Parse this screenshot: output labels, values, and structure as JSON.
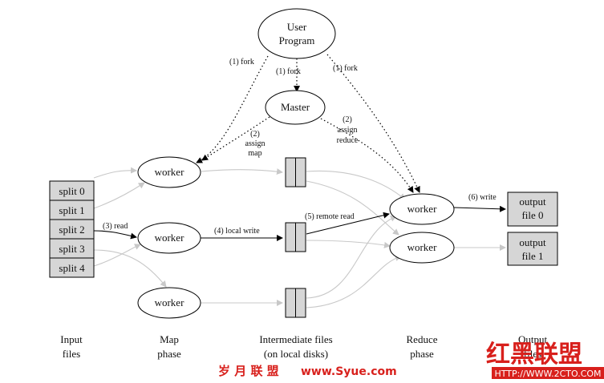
{
  "nodes": {
    "user_program": [
      "User",
      "Program"
    ],
    "master": "Master",
    "map_workers": [
      "worker",
      "worker",
      "worker"
    ],
    "reduce_workers": [
      "worker",
      "worker"
    ]
  },
  "input_splits": [
    "split 0",
    "split 1",
    "split 2",
    "split 3",
    "split 4"
  ],
  "output_files": [
    [
      "output",
      "file 0"
    ],
    [
      "output",
      "file 1"
    ]
  ],
  "edge_labels": {
    "fork_left": "(1) fork",
    "fork_center": "(1) fork",
    "fork_right": "(1) fork",
    "assign_map": [
      "(2)",
      "assign",
      "map"
    ],
    "assign_reduce": [
      "(2)",
      "assign",
      "reduce"
    ],
    "read": "(3) read",
    "local_write": "(4) local write",
    "remote_read": "(5) remote read",
    "write": "(6) write"
  },
  "phases": {
    "input": [
      "Input",
      "files"
    ],
    "map": [
      "Map",
      "phase"
    ],
    "intermediate": [
      "Intermediate files",
      "(on local disks)"
    ],
    "reduce": [
      "Reduce",
      "phase"
    ],
    "output": [
      "Output",
      "files"
    ]
  },
  "watermark": {
    "left_text": "岁 月 联 盟",
    "site_text": "www.Syue.com",
    "right_logo": "红黑联盟",
    "right_url": "HTTP://WWW.2CTO.COM",
    "color": "#d8201c"
  }
}
